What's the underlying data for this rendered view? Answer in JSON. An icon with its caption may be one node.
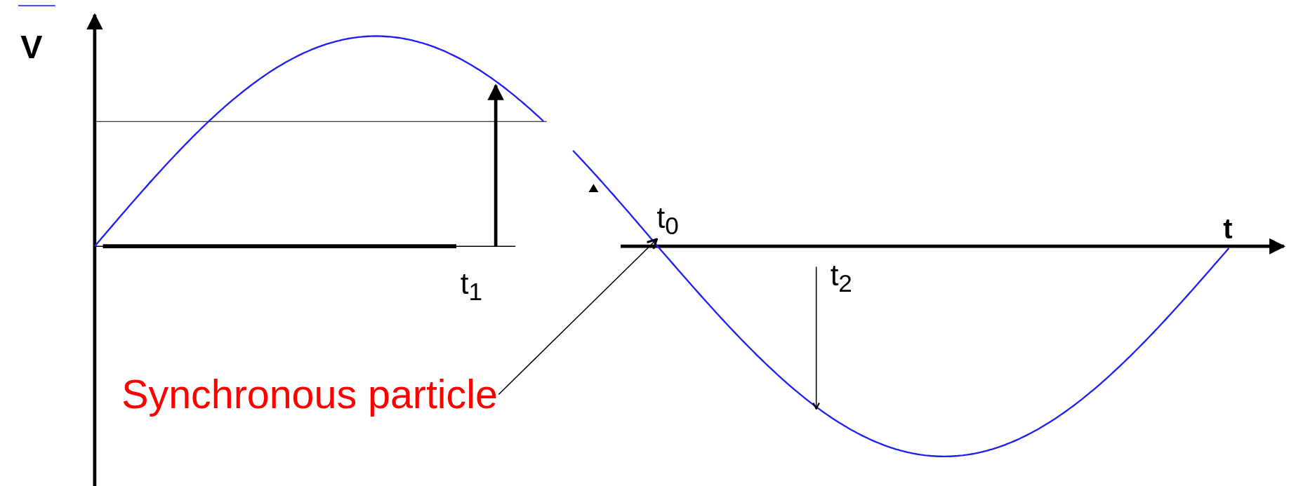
{
  "diagram": {
    "nodes": [
      {
        "text": [
          "Synchronous particle"
        ]
      },
      {
        "text": [
          "t$_{0}$"
        ]
      }
    ],
    "edges": [
      {
        "from": 0,
        "to": 1,
        "arrow": "to"
      }
    ],
    "labels": [
      "V",
      "t$_{1}$",
      "t",
      "t$_{2}$"
    ]
  }
}
